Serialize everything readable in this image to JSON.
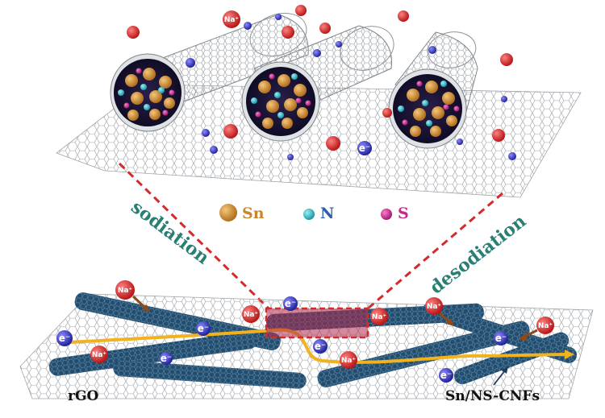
{
  "legend": {
    "sn": "Sn",
    "n": "N",
    "s": "S",
    "colors": {
      "sn": "#c8862e",
      "n": "#2fb8c8",
      "s": "#c22d8c"
    }
  },
  "process": {
    "left": "sodiation",
    "right": "desodiation",
    "color": "#2a7f74"
  },
  "labels": {
    "rgo": "rGO",
    "cnf": "Sn/NS-CNFs"
  },
  "ions": {
    "sodium": "Na⁺",
    "electron": "e⁻"
  },
  "colors": {
    "sodium": "#d22f2f",
    "electron": "#3a3ac8",
    "fiber": "#234d6e",
    "path": "#f2b21e",
    "zoom": "#d42a2a"
  }
}
